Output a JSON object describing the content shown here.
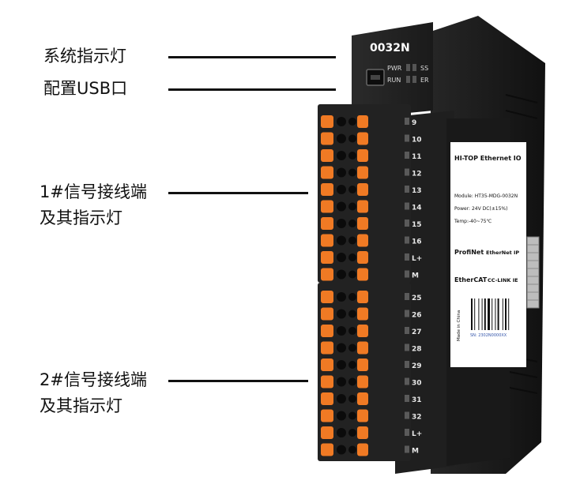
{
  "callouts": {
    "system_led": "系统指示灯",
    "usb_port": "配置USB口",
    "terminal1_line1": "1#信号接线端",
    "terminal1_line2": "及其指示灯",
    "terminal2_line1": "2#信号接线端",
    "terminal2_line2": "及其指示灯"
  },
  "device": {
    "model": "0032N",
    "leds": [
      "PWR",
      "SS",
      "RUN",
      "ER"
    ],
    "upper_terminals": [
      "9",
      "10",
      "11",
      "12",
      "13",
      "14",
      "15",
      "16",
      "L+",
      "M"
    ],
    "lower_terminals": [
      "25",
      "26",
      "27",
      "28",
      "29",
      "30",
      "31",
      "32",
      "L+",
      "M"
    ],
    "label": {
      "title": "HI-TOP Ethernet IO",
      "module": "Module: HT35-MDG-0032N",
      "power": "Power: 24V DC(±15%)",
      "temp": "Temp:-40~75℃",
      "protocols": [
        "ProfiNet",
        "EtherNet IP",
        "EtherCAT",
        "CC-LINK IE"
      ],
      "made_in": "Made in China",
      "serial": "SN: 2302N0000XX"
    }
  },
  "colors": {
    "body": "#1b1b1b",
    "terminal_orange": "#f07a24",
    "label_bg": "#ffffff"
  }
}
